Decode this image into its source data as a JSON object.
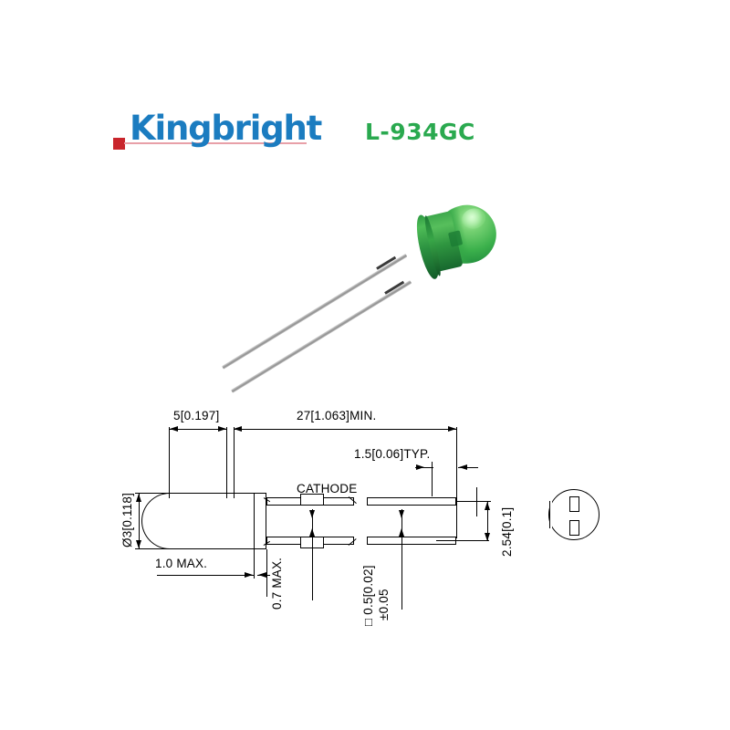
{
  "page": {
    "background": "#ffffff"
  },
  "header": {
    "brand": "Kingbright",
    "brand_color": "#1b7cc0",
    "accent_square_color": "#c9252c",
    "accent_rule_color": "#e8a0a8",
    "part_number": "L-934GC",
    "part_number_color": "#2aa94f"
  },
  "photo": {
    "alt_name": "green-led-photo",
    "lens_color": "#3cb14c",
    "lead_color": "#a9a9a9"
  },
  "drawing": {
    "title": "package-outline-drawing",
    "labels": {
      "flange_length": "5[0.197]",
      "lead_length": "27[1.063]MIN.",
      "flange_thickness": "1.5[0.06]TYP.",
      "cathode": "CATHODE",
      "diameter": "Ø3[0.118]",
      "body_to_flange": "1.0  MAX.",
      "flange_height": "0.7  MAX.",
      "lead_section": "□ 0.5[0.02]",
      "lead_tolerance": "±0.05",
      "lead_pitch": "2.54[0.1]"
    }
  },
  "endview": {
    "name": "end-view-symbol"
  }
}
